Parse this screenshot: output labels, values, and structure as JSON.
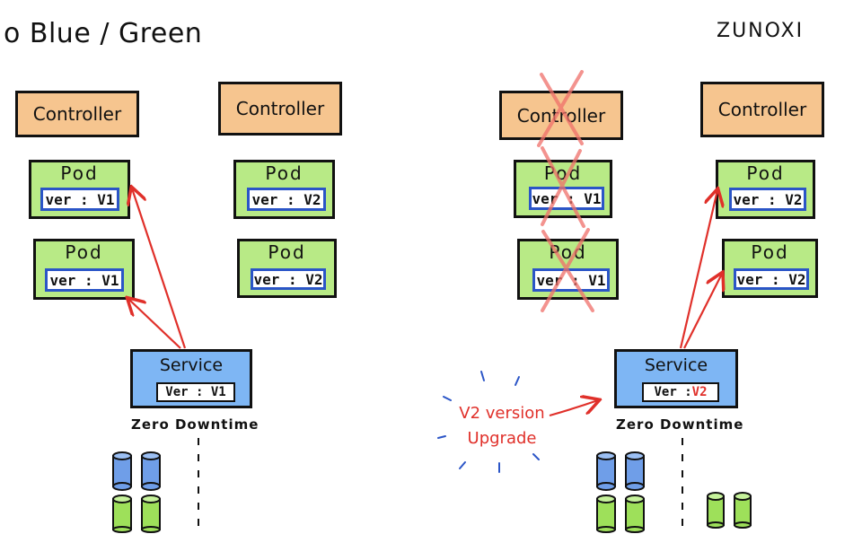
{
  "title": "o Blue / Green",
  "author": "ZUNOXI",
  "controller_label": "Controller",
  "pod_label": "Pod",
  "service_label": "Service",
  "zero_downtime": "Zero Downtime",
  "left": {
    "pods": [
      {
        "ver": "ver : V1"
      },
      {
        "ver": "ver : V1"
      },
      {
        "ver": "ver : V2"
      },
      {
        "ver": "ver : V2"
      }
    ],
    "service_ver": "Ver : V1"
  },
  "right": {
    "pods": [
      {
        "ver": "ver : V1"
      },
      {
        "ver": "ver : V1"
      },
      {
        "ver": "ver : V2"
      },
      {
        "ver": "ver : V2"
      }
    ],
    "service_ver_prefix": "Ver : ",
    "service_ver_value": "V2",
    "upgrade_note_line1": "V2 version",
    "upgrade_note_line2": "Upgrade"
  },
  "colors": {
    "controller": "#f6c58f",
    "pod": "#b8ea86",
    "service": "#7eb6f4",
    "ver_border": "#2b55c7",
    "arrow": "#e0302a",
    "db_blue": "#6f9ee8",
    "db_green": "#9ee05a"
  }
}
